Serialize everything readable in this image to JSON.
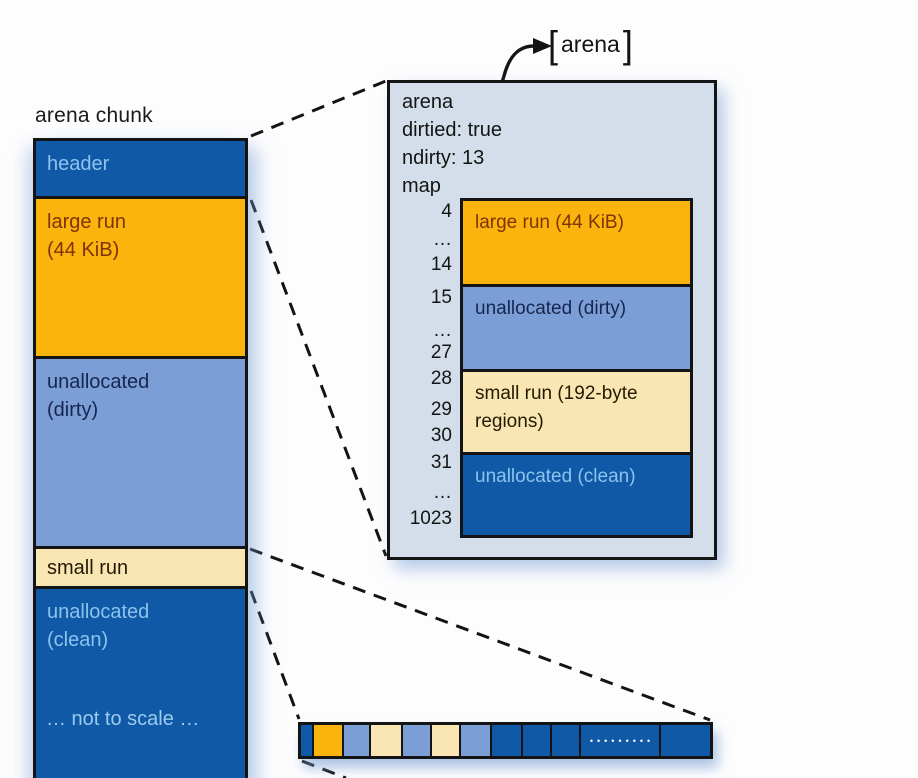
{
  "colors": {
    "dark_blue": "#1059A6",
    "orange": "#FBB30D",
    "light_blue": "#7C9ED6",
    "cream": "#FAE6B2",
    "detail_box_bg": "#D3DEEA",
    "line_black": "#141414",
    "light_blue_text": "#8CC3EE"
  },
  "chunk": {
    "title": "arena chunk",
    "blocks": [
      {
        "label": "header"
      },
      {
        "label": "large run",
        "sublabel": "(44 KiB)"
      },
      {
        "label": "unallocated",
        "sublabel": "(dirty)"
      },
      {
        "label": "small run"
      },
      {
        "label": "unallocated",
        "sublabel": "(clean)"
      }
    ],
    "note": "… not to scale …"
  },
  "pointer": {
    "bracket_left": "[",
    "label": "arena",
    "bracket_right": "]"
  },
  "detail": {
    "field_arena": "arena",
    "field_dirtied": "dirtied: true",
    "field_ndirty": "ndirty: 13",
    "field_map": "map",
    "map_indices": [
      "4",
      "…",
      "14",
      "15",
      "…",
      "27",
      "28",
      "29",
      "30",
      "31",
      "…",
      "1023"
    ],
    "map_blocks": [
      {
        "label": "large run",
        "sublabel": "(44 KiB)"
      },
      {
        "label": "unallocated",
        "sublabel": "(dirty)"
      },
      {
        "label": "small run",
        "sublabel": "(192-byte regions)"
      },
      {
        "label": "unallocated",
        "sublabel": "(clean)"
      }
    ]
  },
  "strip": {
    "dots": "•••••••••"
  }
}
